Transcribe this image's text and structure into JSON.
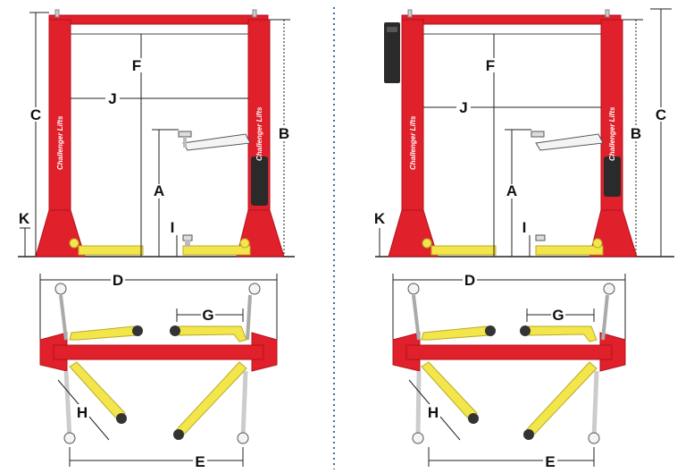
{
  "labels": {
    "a": "A",
    "b": "B",
    "c": "C",
    "d": "D",
    "e": "E",
    "f": "F",
    "g": "G",
    "h": "H",
    "i": "I",
    "j": "J",
    "k": "K"
  },
  "brand_text": "Challenger Lifts",
  "colors": {
    "column_red": "#e0202a",
    "column_dark": "#b3121c",
    "arm_yellow": "#f2e64a",
    "arm_edge": "#b9a92a",
    "dimension_line": "#222222",
    "divider": "#3a6ea5",
    "motor_dark": "#2a2a2a"
  }
}
